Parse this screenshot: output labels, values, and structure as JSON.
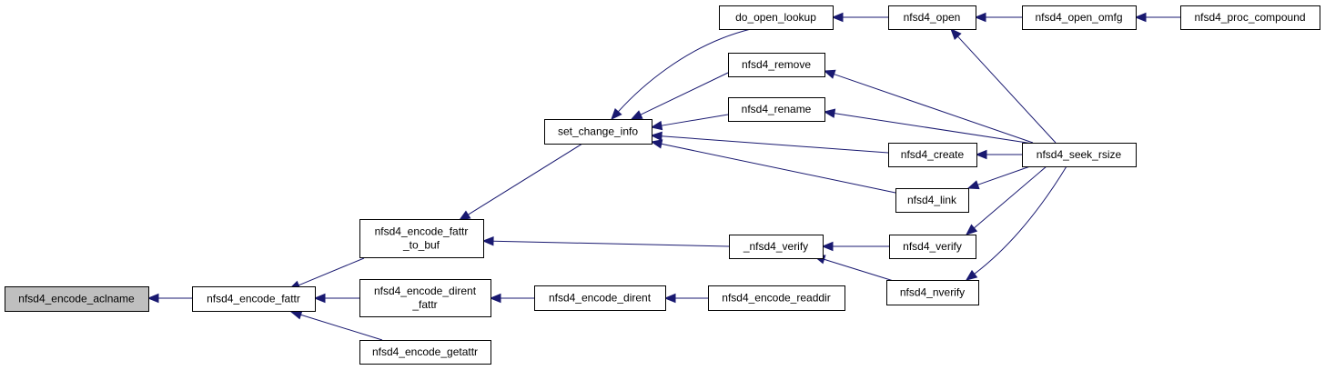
{
  "diagram": {
    "root_fill": "#bfbfbf",
    "edge_color": "#191970",
    "nodes": [
      {
        "id": "n_aclname",
        "lines": [
          "nfsd4_encode_aclname"
        ]
      },
      {
        "id": "n_fattr",
        "lines": [
          "nfsd4_encode_fattr"
        ]
      },
      {
        "id": "n_fattr_to_buf",
        "lines": [
          "nfsd4_encode_fattr",
          "_to_buf"
        ]
      },
      {
        "id": "n_dirent_fattr",
        "lines": [
          "nfsd4_encode_dirent",
          "_fattr"
        ]
      },
      {
        "id": "n_getattr",
        "lines": [
          "nfsd4_encode_getattr"
        ]
      },
      {
        "id": "n_set_change_info",
        "lines": [
          "set_change_info"
        ]
      },
      {
        "id": "n_verify_",
        "lines": [
          "_nfsd4_verify"
        ]
      },
      {
        "id": "n_encode_dirent",
        "lines": [
          "nfsd4_encode_dirent"
        ]
      },
      {
        "id": "n_do_open_lookup",
        "lines": [
          "do_open_lookup"
        ]
      },
      {
        "id": "n_remove",
        "lines": [
          "nfsd4_remove"
        ]
      },
      {
        "id": "n_rename",
        "lines": [
          "nfsd4_rename"
        ]
      },
      {
        "id": "n_encode_readdir",
        "lines": [
          "nfsd4_encode_readdir"
        ]
      },
      {
        "id": "n_open",
        "lines": [
          "nfsd4_open"
        ]
      },
      {
        "id": "n_create",
        "lines": [
          "nfsd4_create"
        ]
      },
      {
        "id": "n_link",
        "lines": [
          "nfsd4_link"
        ]
      },
      {
        "id": "n_verify",
        "lines": [
          "nfsd4_verify"
        ]
      },
      {
        "id": "n_nverify",
        "lines": [
          "nfsd4_nverify"
        ]
      },
      {
        "id": "n_open_omfg",
        "lines": [
          "nfsd4_open_omfg"
        ]
      },
      {
        "id": "n_seek_rsize",
        "lines": [
          "nfsd4_seek_rsize"
        ]
      },
      {
        "id": "n_proc_compound",
        "lines": [
          "nfsd4_proc_compound"
        ]
      }
    ],
    "edges": [
      {
        "from": "n_fattr",
        "to": "n_aclname"
      },
      {
        "from": "n_fattr_to_buf",
        "to": "n_fattr"
      },
      {
        "from": "n_dirent_fattr",
        "to": "n_fattr"
      },
      {
        "from": "n_getattr",
        "to": "n_fattr"
      },
      {
        "from": "n_set_change_info",
        "to": "n_fattr_to_buf"
      },
      {
        "from": "n_verify_",
        "to": "n_fattr_to_buf"
      },
      {
        "from": "n_encode_dirent",
        "to": "n_dirent_fattr"
      },
      {
        "from": "n_do_open_lookup",
        "to": "n_set_change_info"
      },
      {
        "from": "n_remove",
        "to": "n_set_change_info"
      },
      {
        "from": "n_rename",
        "to": "n_set_change_info"
      },
      {
        "from": "n_create",
        "to": "n_set_change_info"
      },
      {
        "from": "n_link",
        "to": "n_set_change_info"
      },
      {
        "from": "n_encode_readdir",
        "to": "n_encode_dirent"
      },
      {
        "from": "n_verify",
        "to": "n_verify_"
      },
      {
        "from": "n_nverify",
        "to": "n_verify_"
      },
      {
        "from": "n_open",
        "to": "n_do_open_lookup"
      },
      {
        "from": "n_seek_rsize",
        "to": "n_open"
      },
      {
        "from": "n_seek_rsize",
        "to": "n_remove"
      },
      {
        "from": "n_seek_rsize",
        "to": "n_rename"
      },
      {
        "from": "n_seek_rsize",
        "to": "n_create"
      },
      {
        "from": "n_seek_rsize",
        "to": "n_link"
      },
      {
        "from": "n_seek_rsize",
        "to": "n_verify"
      },
      {
        "from": "n_seek_rsize",
        "to": "n_nverify"
      },
      {
        "from": "n_open_omfg",
        "to": "n_open"
      },
      {
        "from": "n_proc_compound",
        "to": "n_open_omfg"
      }
    ]
  }
}
